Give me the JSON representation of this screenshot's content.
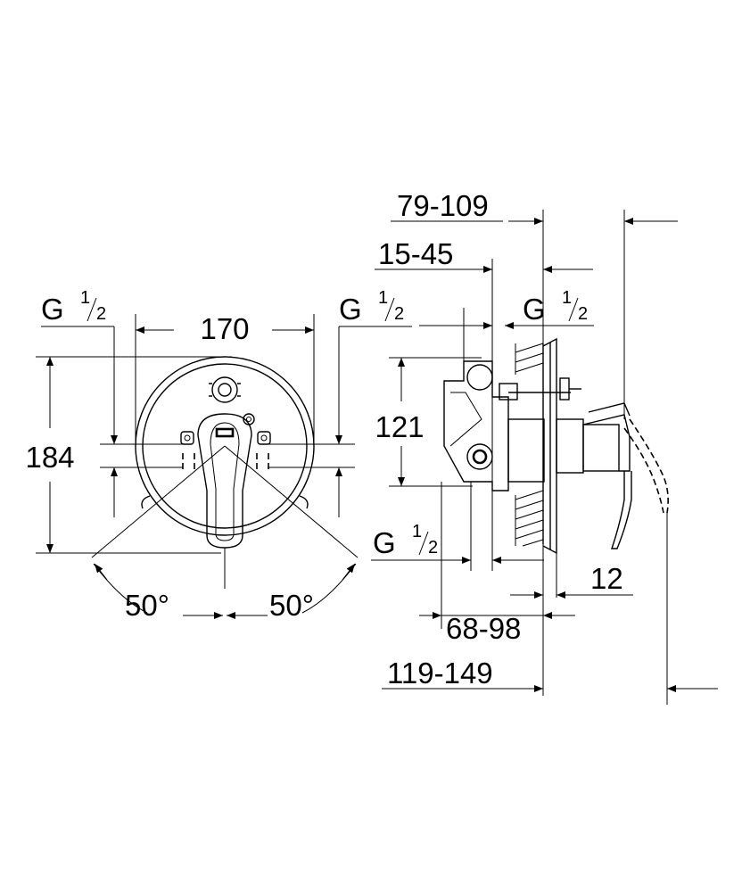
{
  "front_view": {
    "width_label": "170",
    "height_label": "184",
    "angle_left_label": "50°",
    "angle_right_label": "50°",
    "thread_left": {
      "main": "G",
      "num": "1",
      "den": "2"
    },
    "thread_right": {
      "main": "G",
      "num": "1",
      "den": "2"
    }
  },
  "side_view": {
    "dim_79_109": "79-109",
    "dim_15_45": "15-45",
    "dim_121": "121",
    "dim_12": "12",
    "dim_68_98": "68-98",
    "dim_119_149": "119-149",
    "thread_top": {
      "main": "G",
      "num": "1",
      "den": "2"
    },
    "thread_bottom": {
      "main": "G",
      "num": "1",
      "den": "2"
    }
  }
}
